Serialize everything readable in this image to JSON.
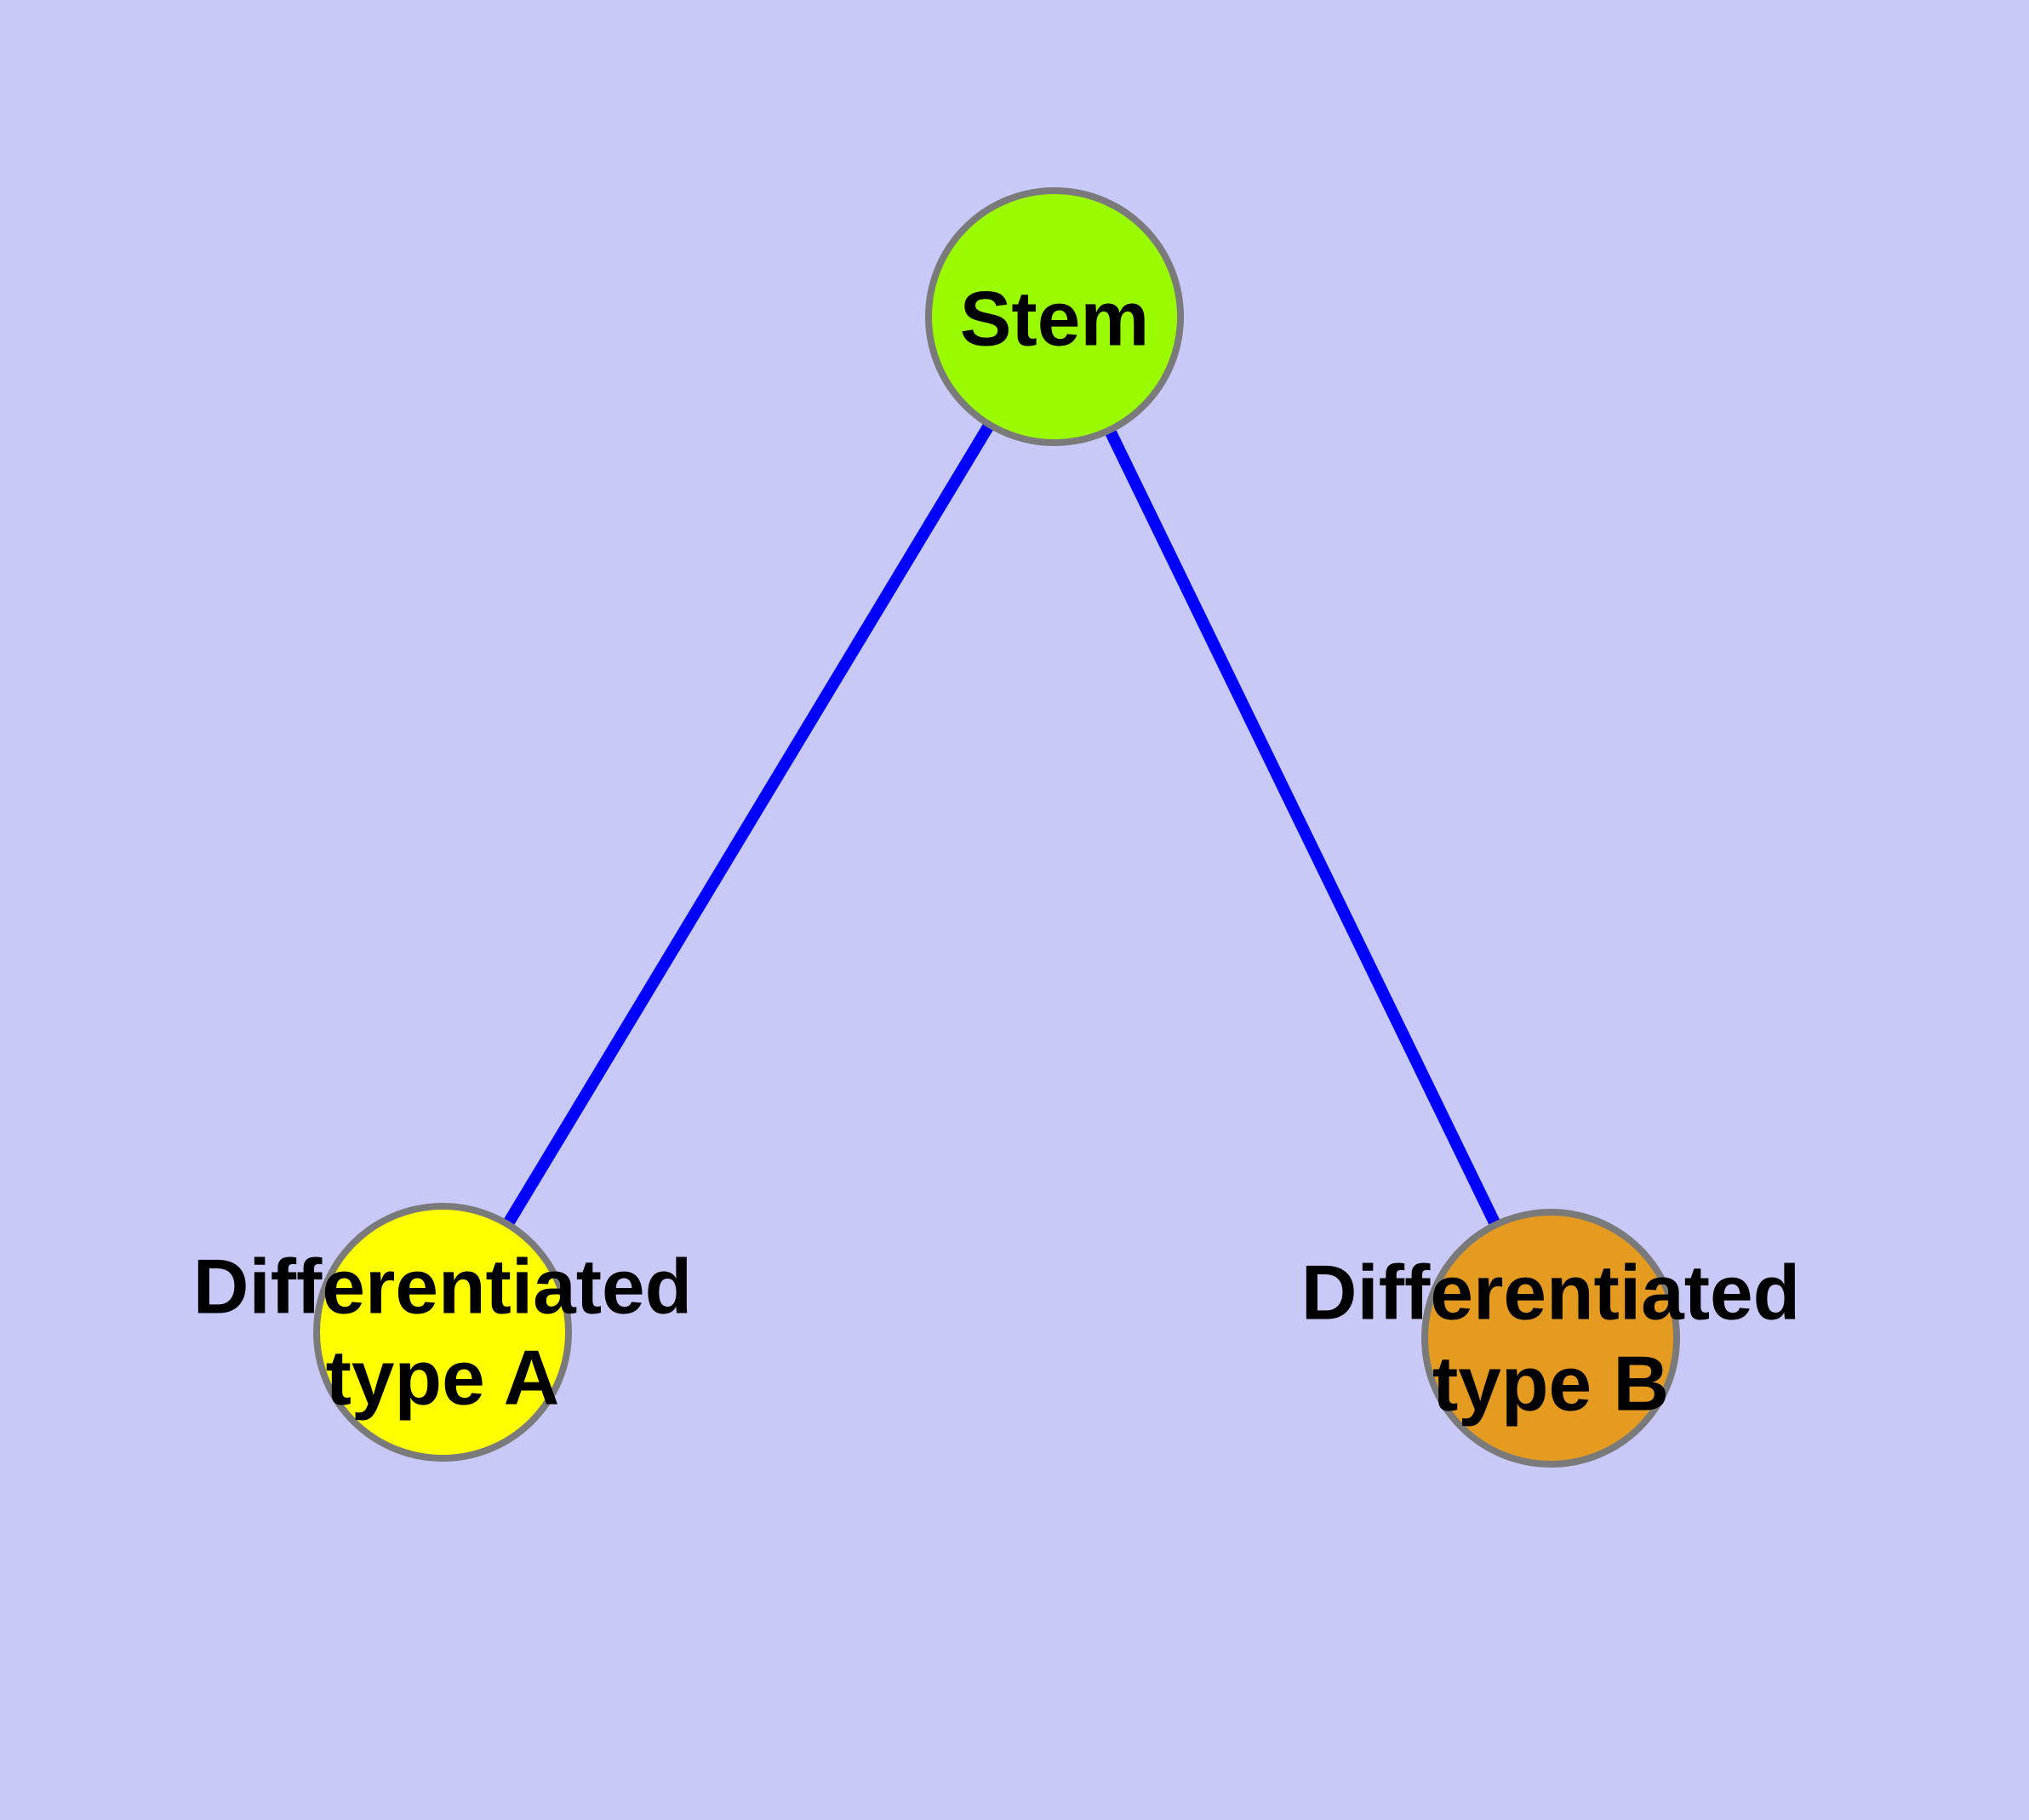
{
  "background_color": "#C9C9F8",
  "diagram": {
    "type": "graph",
    "nodes": [
      {
        "id": "stem",
        "label": "Stem",
        "label_lines": [
          "Stem"
        ],
        "color": "#9AFB00"
      },
      {
        "id": "differentiated-type-a",
        "label": "Differentiated type A",
        "label_lines": [
          "Differentiated",
          "type A"
        ],
        "color": "#FFFF00"
      },
      {
        "id": "differentiated-type-b",
        "label": "Differentiated type B",
        "label_lines": [
          "Differentiated",
          "type B"
        ],
        "color": "#E59A20"
      }
    ],
    "edges": [
      {
        "from": "stem",
        "to": "differentiated-type-a"
      },
      {
        "from": "stem",
        "to": "differentiated-type-b"
      }
    ],
    "style": {
      "node_border_color": "#7A7A7A",
      "edge_color": "#0000FF",
      "label_color": "#000000"
    }
  }
}
